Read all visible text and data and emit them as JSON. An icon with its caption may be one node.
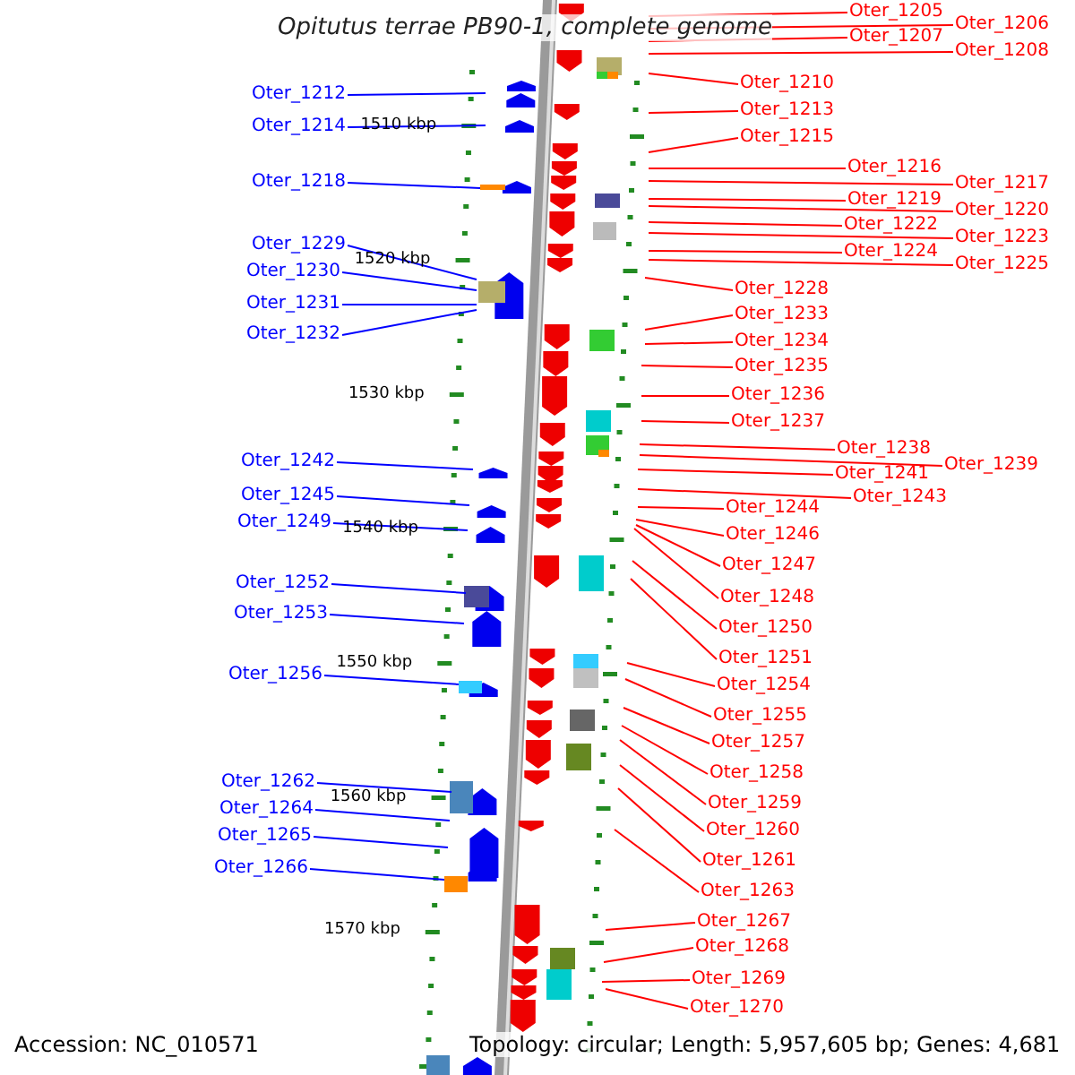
{
  "diagram": {
    "title": "Opitutus terrae PB90-1, complete genome",
    "nodes": [
      {
        "text": [
          "Oter_1212"
        ]
      },
      {
        "text": [
          "Oter_1214"
        ]
      },
      {
        "text": [
          "Oter_1218"
        ]
      },
      {
        "text": [
          "Oter_1229"
        ]
      },
      {
        "text": [
          "Oter_1230"
        ]
      },
      {
        "text": [
          "Oter_1231"
        ]
      },
      {
        "text": [
          "Oter_1232"
        ]
      },
      {
        "text": [
          "Oter_1242"
        ]
      },
      {
        "text": [
          "Oter_1245"
        ]
      },
      {
        "text": [
          "Oter_1249"
        ]
      },
      {
        "text": [
          "Oter_1252"
        ]
      },
      {
        "text": [
          "Oter_1253"
        ]
      },
      {
        "text": [
          "Oter_1256"
        ]
      },
      {
        "text": [
          "Oter_1262"
        ]
      },
      {
        "text": [
          "Oter_1264"
        ]
      },
      {
        "text": [
          "Oter_1265"
        ]
      },
      {
        "text": [
          "Oter_1266"
        ]
      },
      {
        "text": [
          "Oter_1205"
        ]
      },
      {
        "text": [
          "Oter_1206"
        ]
      },
      {
        "text": [
          "Oter_1207"
        ]
      },
      {
        "text": [
          "Oter_1208"
        ]
      },
      {
        "text": [
          "Oter_1210"
        ]
      },
      {
        "text": [
          "Oter_1213"
        ]
      },
      {
        "text": [
          "Oter_1215"
        ]
      },
      {
        "text": [
          "Oter_1216"
        ]
      },
      {
        "text": [
          "Oter_1217"
        ]
      },
      {
        "text": [
          "Oter_1219"
        ]
      },
      {
        "text": [
          "Oter_1220"
        ]
      },
      {
        "text": [
          "Oter_1222"
        ]
      },
      {
        "text": [
          "Oter_1223"
        ]
      },
      {
        "text": [
          "Oter_1224"
        ]
      },
      {
        "text": [
          "Oter_1225"
        ]
      },
      {
        "text": [
          "Oter_1228"
        ]
      },
      {
        "text": [
          "Oter_1233"
        ]
      },
      {
        "text": [
          "Oter_1234"
        ]
      },
      {
        "text": [
          "Oter_1235"
        ]
      },
      {
        "text": [
          "Oter_1236"
        ]
      },
      {
        "text": [
          "Oter_1237"
        ]
      },
      {
        "text": [
          "Oter_1238"
        ]
      },
      {
        "text": [
          "Oter_1239"
        ]
      },
      {
        "text": [
          "Oter_1241"
        ]
      },
      {
        "text": [
          "Oter_1243"
        ]
      },
      {
        "text": [
          "Oter_1244"
        ]
      },
      {
        "text": [
          "Oter_1246"
        ]
      },
      {
        "text": [
          "Oter_1247"
        ]
      },
      {
        "text": [
          "Oter_1248"
        ]
      },
      {
        "text": [
          "Oter_1250"
        ]
      },
      {
        "text": [
          "Oter_1251"
        ]
      },
      {
        "text": [
          "Oter_1254"
        ]
      },
      {
        "text": [
          "Oter_1255"
        ]
      },
      {
        "text": [
          "Oter_1257"
        ]
      },
      {
        "text": [
          "Oter_1258"
        ]
      },
      {
        "text": [
          "Oter_1259"
        ]
      },
      {
        "text": [
          "Oter_1260"
        ]
      },
      {
        "text": [
          "Oter_1261"
        ]
      },
      {
        "text": [
          "Oter_1263"
        ]
      },
      {
        "text": [
          "Oter_1267"
        ]
      },
      {
        "text": [
          "Oter_1268"
        ]
      },
      {
        "text": [
          "Oter_1269"
        ]
      },
      {
        "text": [
          "Oter_1270"
        ]
      }
    ],
    "edges": [
      {
        "from": 0,
        "to": null,
        "arrow": "none",
        "color": "#0000ff"
      },
      {
        "from": 1,
        "to": null,
        "arrow": "none",
        "color": "#0000ff"
      },
      {
        "from": 2,
        "to": null,
        "arrow": "none",
        "color": "#0000ff"
      },
      {
        "from": 3,
        "to": null,
        "arrow": "none",
        "color": "#0000ff"
      },
      {
        "from": 4,
        "to": null,
        "arrow": "none",
        "color": "#0000ff"
      },
      {
        "from": 5,
        "to": null,
        "arrow": "none",
        "color": "#0000ff"
      },
      {
        "from": 6,
        "to": null,
        "arrow": "none",
        "color": "#0000ff"
      },
      {
        "from": 7,
        "to": null,
        "arrow": "none",
        "color": "#0000ff"
      },
      {
        "from": 8,
        "to": null,
        "arrow": "none",
        "color": "#0000ff"
      },
      {
        "from": 9,
        "to": null,
        "arrow": "none",
        "color": "#0000ff"
      },
      {
        "from": 10,
        "to": null,
        "arrow": "none",
        "color": "#0000ff"
      },
      {
        "from": 11,
        "to": null,
        "arrow": "none",
        "color": "#0000ff"
      },
      {
        "from": 12,
        "to": null,
        "arrow": "none",
        "color": "#0000ff"
      },
      {
        "from": 13,
        "to": null,
        "arrow": "none",
        "color": "#0000ff"
      },
      {
        "from": 14,
        "to": null,
        "arrow": "none",
        "color": "#0000ff"
      },
      {
        "from": 15,
        "to": null,
        "arrow": "none",
        "color": "#0000ff"
      },
      {
        "from": 16,
        "to": null,
        "arrow": "none",
        "color": "#0000ff"
      },
      {
        "from": 17,
        "to": null,
        "arrow": "none"
      },
      {
        "from": 18,
        "to": null,
        "arrow": "none"
      },
      {
        "from": 19,
        "to": null,
        "arrow": "none"
      },
      {
        "from": 20,
        "to": null,
        "arrow": "none"
      },
      {
        "from": 21,
        "to": null,
        "arrow": "none"
      },
      {
        "from": 22,
        "to": null,
        "arrow": "none"
      },
      {
        "from": 23,
        "to": null,
        "arrow": "none"
      },
      {
        "from": 24,
        "to": null,
        "arrow": "none"
      },
      {
        "from": 25,
        "to": null,
        "arrow": "none"
      },
      {
        "from": 26,
        "to": null,
        "arrow": "none"
      },
      {
        "from": 27,
        "to": null,
        "arrow": "none"
      },
      {
        "from": 28,
        "to": null,
        "arrow": "none"
      },
      {
        "from": 29,
        "to": null,
        "arrow": "none"
      },
      {
        "from": 30,
        "to": null,
        "arrow": "none"
      },
      {
        "from": 31,
        "to": null,
        "arrow": "none"
      },
      {
        "from": 32,
        "to": null,
        "arrow": "none"
      },
      {
        "from": 33,
        "to": null,
        "arrow": "none"
      },
      {
        "from": 34,
        "to": null,
        "arrow": "none"
      },
      {
        "from": 35,
        "to": null,
        "arrow": "none"
      },
      {
        "from": 36,
        "to": null,
        "arrow": "none"
      },
      {
        "from": 37,
        "to": null,
        "arrow": "none"
      },
      {
        "from": 38,
        "to": null,
        "arrow": "none"
      },
      {
        "from": 39,
        "to": null,
        "arrow": "none"
      },
      {
        "from": 40,
        "to": null,
        "arrow": "none"
      },
      {
        "from": 41,
        "to": null,
        "arrow": "none"
      },
      {
        "from": 42,
        "to": null,
        "arrow": "none"
      },
      {
        "from": 43,
        "to": null,
        "arrow": "none"
      },
      {
        "from": 44,
        "to": null,
        "arrow": "none"
      },
      {
        "from": 45,
        "to": null,
        "arrow": "none"
      },
      {
        "from": 46,
        "to": null,
        "arrow": "none"
      },
      {
        "from": 47,
        "to": null,
        "arrow": "none"
      },
      {
        "from": 48,
        "to": null,
        "arrow": "none"
      },
      {
        "from": 49,
        "to": null,
        "arrow": "none"
      },
      {
        "from": 50,
        "to": null,
        "arrow": "none"
      },
      {
        "from": 51,
        "to": null,
        "arrow": "none"
      },
      {
        "from": 52,
        "to": null,
        "arrow": "none"
      },
      {
        "from": 53,
        "to": null,
        "arrow": "none"
      },
      {
        "from": 54,
        "to": null,
        "arrow": "none"
      },
      {
        "from": 55,
        "to": null,
        "arrow": "none"
      },
      {
        "from": 56,
        "to": null,
        "arrow": "none"
      },
      {
        "from": 57,
        "to": null,
        "arrow": "none"
      },
      {
        "from": 58,
        "to": null,
        "arrow": "none"
      },
      {
        "from": 59,
        "to": null,
        "arrow": "none"
      }
    ],
    "labels": [
      "1510 kbp",
      "1520 kbp",
      "1530 kbp",
      "1540 kbp",
      "1550 kbp",
      "1560 kbp",
      "1570 kbp",
      "Accession: NC_010571",
      "Topology: circular; Length: 5,957,605 bp; Genes: 4,681"
    ]
  }
}
